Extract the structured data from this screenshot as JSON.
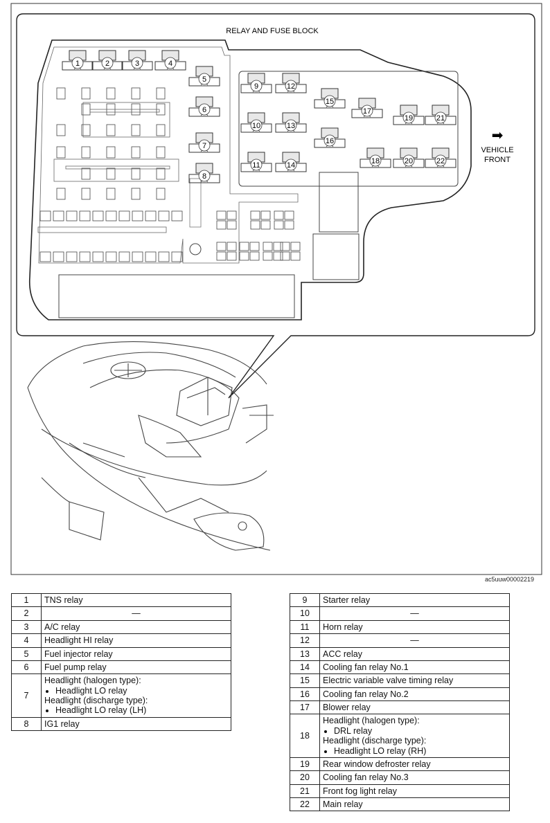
{
  "diagram": {
    "title": "RELAY AND FUSE BLOCK",
    "arrow_label_1": "VEHICLE",
    "arrow_label_2": "FRONT",
    "arrow_glyph": "➡",
    "relay_numbers": [
      "1",
      "2",
      "3",
      "4",
      "5",
      "6",
      "7",
      "8",
      "9",
      "10",
      "11",
      "12",
      "13",
      "14",
      "15",
      "16",
      "17",
      "18",
      "19",
      "20",
      "21",
      "22"
    ]
  },
  "image_code": "ac5uuw00002219",
  "left_table": [
    {
      "num": "1",
      "text": "TNS relay"
    },
    {
      "num": "2",
      "text": "—"
    },
    {
      "num": "3",
      "text": "A/C relay"
    },
    {
      "num": "4",
      "text": "Headlight HI relay"
    },
    {
      "num": "5",
      "text": "Fuel injector relay"
    },
    {
      "num": "6",
      "text": "Fuel pump relay"
    },
    {
      "num": "7",
      "lines": [
        "Headlight (halogen type):",
        "Headlight LO relay",
        "Headlight (discharge type):",
        "Headlight LO relay (LH)"
      ]
    },
    {
      "num": "8",
      "text": "IG1 relay"
    }
  ],
  "right_table": [
    {
      "num": "9",
      "text": "Starter relay"
    },
    {
      "num": "10",
      "text": "—"
    },
    {
      "num": "11",
      "text": "Horn relay"
    },
    {
      "num": "12",
      "text": "—"
    },
    {
      "num": "13",
      "text": "ACC relay"
    },
    {
      "num": "14",
      "text": "Cooling fan relay No.1"
    },
    {
      "num": "15",
      "text": "Electric variable valve timing relay"
    },
    {
      "num": "16",
      "text": "Cooling fan relay No.2"
    },
    {
      "num": "17",
      "text": "Blower relay"
    },
    {
      "num": "18",
      "lines": [
        "Headlight (halogen type):",
        "DRL relay",
        "Headlight (discharge type):",
        "Headlight LO relay (RH)"
      ]
    },
    {
      "num": "19",
      "text": "Rear window defroster relay"
    },
    {
      "num": "20",
      "text": "Cooling fan relay No.3"
    },
    {
      "num": "21",
      "text": "Front fog light relay"
    },
    {
      "num": "22",
      "text": "Main relay"
    }
  ]
}
